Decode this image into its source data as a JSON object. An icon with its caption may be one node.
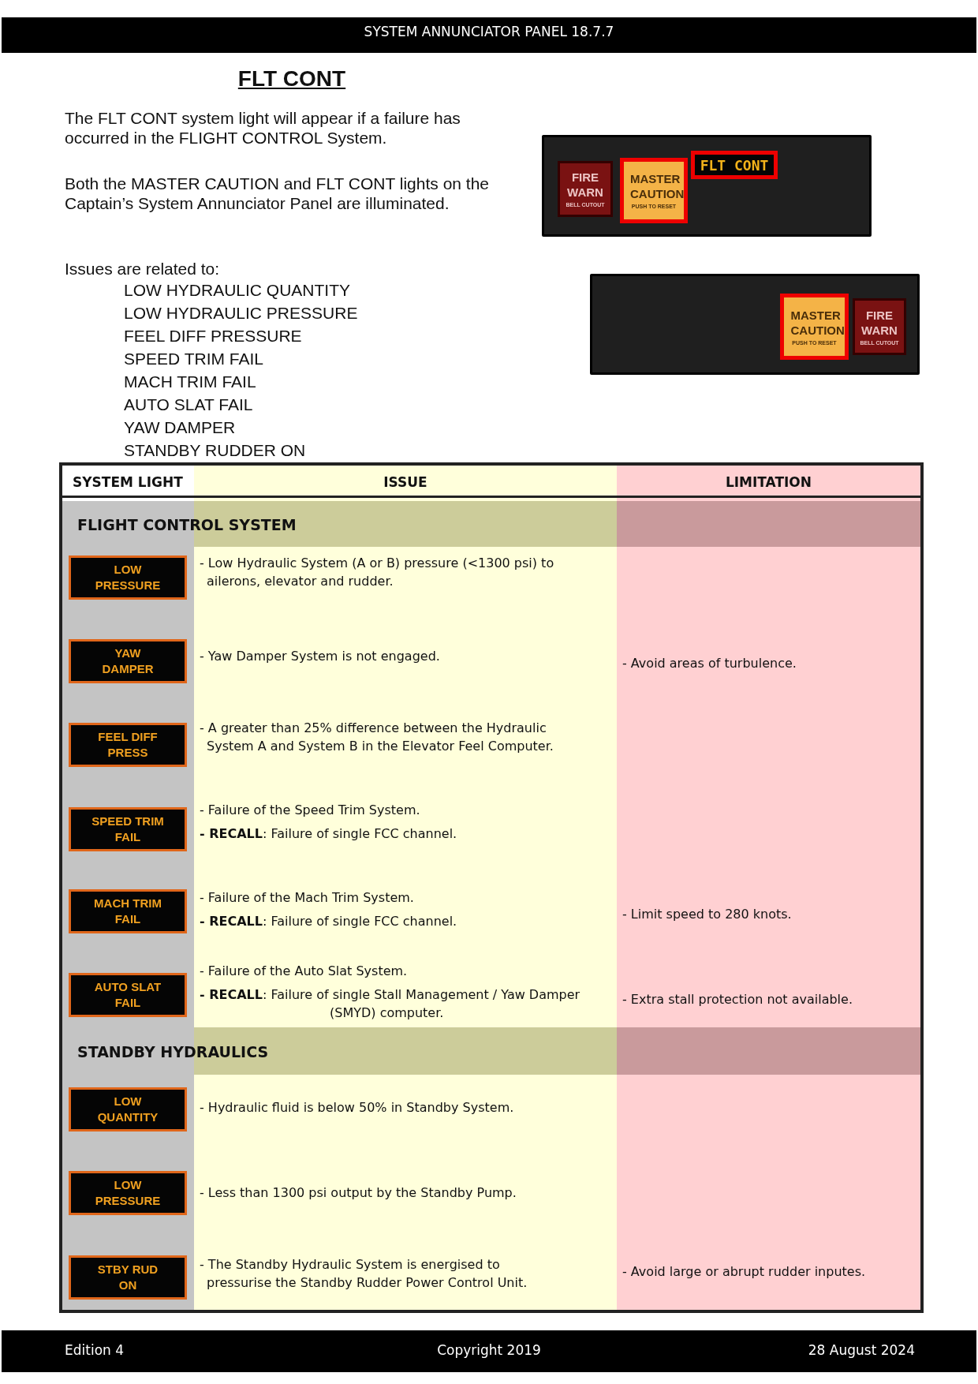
{
  "diagram": {
    "title": "FLT CONT",
    "nodes": [
      {
        "text": [],
        "shape": "box"
      },
      {
        "text": [
          "FIRE WARN",
          "BELL CUTOUT"
        ],
        "in": 0
      },
      {
        "text": [
          "MASTER CAUTION",
          "PUSH TO RESET"
        ],
        "in": 0
      },
      {
        "text": [
          "FLT CONT"
        ],
        "in": 0
      },
      {
        "text": [],
        "shape": "box"
      },
      {
        "text": [
          "MASTER CAUTION",
          "PUSH TO RESET"
        ],
        "in": 4
      },
      {
        "text": [
          "FIRE WARN",
          "BELL CUTOUT"
        ],
        "in": 4
      },
      {
        "text": [
          "LOW PRESSURE"
        ]
      },
      {
        "text": [
          "YAW DAMPER"
        ]
      },
      {
        "text": [
          "FEEL DIFF PRESS"
        ]
      },
      {
        "text": [
          "SPEED TRIM FAIL"
        ]
      },
      {
        "text": [
          "MACH TRIM FAIL"
        ]
      },
      {
        "text": [
          "AUTO SLAT FAIL"
        ]
      },
      {
        "text": [
          "LOW QUANTITY"
        ]
      },
      {
        "text": [
          "LOW PRESSURE"
        ]
      },
      {
        "text": [
          "STBY RUD ON"
        ]
      }
    ],
    "edges": [],
    "labels": [
      "SYSTEM ANNUNCIATOR PANEL 18.7.7",
      "The FLT CONT system light will appear if a failure has occurred in the FLIGHT CONTROL System.",
      "Both the MASTER CAUTION and FLT CONT lights on the Captain’s System Annunciator Panel are illuminated.",
      "Issues are related to:",
      "LOW HYDRAULIC QUANTITY",
      "LOW HYDRAULIC PRESSURE",
      "FEEL DIFF PRESSURE",
      "SPEED TRIM FAIL",
      "MACH TRIM FAIL",
      "AUTO SLAT FAIL",
      "YAW DAMPER",
      "STANDBY RUDDER ON",
      "SYSTEM LIGHT",
      "ISSUE",
      "LIMITATION",
      "FLIGHT CONTROL SYSTEM",
      "- Low Hydraulic System (A or B) pressure (<1300 psi) to ailerons, elevator and rudder.",
      "- Yaw Damper System is not engaged.",
      "- Avoid areas of turbulence.",
      "- A greater than 25% difference between the Hydraulic System A and System B in the Elevator Feel Computer.",
      "- Failure of the Speed Trim System.",
      "**- RECALL**: Failure of single FCC channel.",
      "- Failure of the Mach Trim System.",
      "**- RECALL**: Failure of single FCC channel.",
      "- Limit speed to 280 knots.",
      "- Failure of the Auto Slat System.",
      "**- RECALL**: Failure of single Stall Management / Yaw Damper (SMYD) computer.",
      "- Extra stall protection not available.",
      "STANDBY HYDRAULICS",
      "- Hydraulic fluid is below 50% in Standby System.",
      "- Less than 1300 psi output by the Standby Pump.",
      "- The Standby Hydraulic System is energised to pressurise the Standby Rudder Power Control Unit.",
      "- Avoid large or abrupt rudder inputes.",
      "Edition 4",
      "Copyright 2019",
      "28 August 2024"
    ]
  }
}
